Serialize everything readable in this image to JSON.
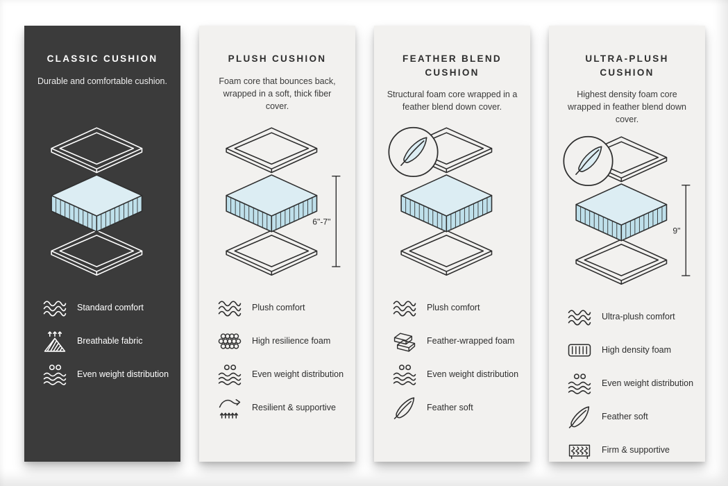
{
  "sheet": {
    "background": "#ffffff"
  },
  "colors": {
    "dark_card_bg": "#3b3b3b",
    "light_card_bg": "#f2f1ef",
    "foam_fill_top": "#dcedf3",
    "foam_fill_side": "#bfe0eb",
    "ink": "#2e2e2e"
  },
  "cards": [
    {
      "title": "CLASSIC CUSHION",
      "description": "Durable and comfortable cushion.",
      "theme": "dark",
      "diagram": {
        "feather_badge": false,
        "measure_label": null
      },
      "features": [
        {
          "icon": "waves-icon",
          "label": "Standard comfort"
        },
        {
          "icon": "breathable-fabric-icon",
          "label": "Breathable fabric"
        },
        {
          "icon": "weight-distribution-icon",
          "label": "Even weight distribution"
        }
      ]
    },
    {
      "title": "PLUSH CUSHION",
      "description": "Foam core that bounces back, wrapped in a soft, thick fiber cover.",
      "theme": "light",
      "diagram": {
        "feather_badge": false,
        "measure_label": "6\"-7\""
      },
      "features": [
        {
          "icon": "waves-icon",
          "label": "Plush comfort"
        },
        {
          "icon": "foam-bubbles-icon",
          "label": "High resilience foam"
        },
        {
          "icon": "weight-distribution-icon",
          "label": "Even weight distribution"
        },
        {
          "icon": "spring-arrow-icon",
          "label": "Resilient & supportive"
        }
      ]
    },
    {
      "title": "FEATHER BLEND CUSHION",
      "description": "Structural foam core wrapped in a feather blend down cover.",
      "theme": "light",
      "diagram": {
        "feather_badge": true,
        "measure_label": null
      },
      "features": [
        {
          "icon": "waves-icon",
          "label": "Plush comfort"
        },
        {
          "icon": "foam-brick-icon",
          "label": "Feather-wrapped foam"
        },
        {
          "icon": "weight-distribution-icon",
          "label": "Even weight distribution"
        },
        {
          "icon": "feather-icon",
          "label": "Feather soft"
        }
      ]
    },
    {
      "title": "ULTRA-PLUSH CUSHION",
      "description": "Highest density foam core wrapped in feather blend down cover.",
      "theme": "light",
      "diagram": {
        "feather_badge": true,
        "measure_label": "9\""
      },
      "features": [
        {
          "icon": "waves-icon",
          "label": "Ultra-plush comfort"
        },
        {
          "icon": "high-density-foam-icon",
          "label": "High density foam"
        },
        {
          "icon": "weight-distribution-icon",
          "label": "Even weight distribution"
        },
        {
          "icon": "feather-icon",
          "label": "Feather soft"
        },
        {
          "icon": "coils-icon",
          "label": "Firm & supportive"
        }
      ]
    }
  ]
}
